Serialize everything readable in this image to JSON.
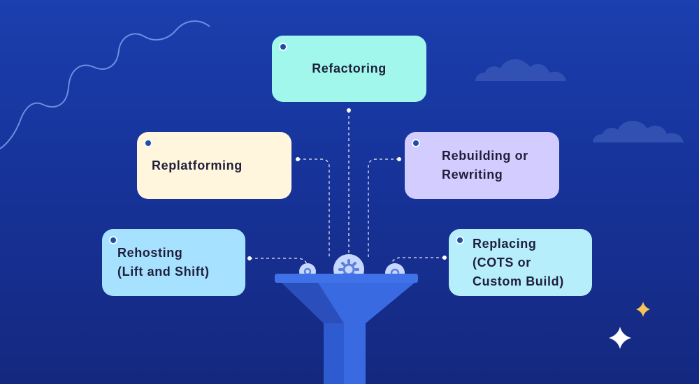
{
  "diagram": {
    "title": "",
    "strategies": [
      {
        "id": "refactoring",
        "label": "Refactoring",
        "color": "#a1f7ec"
      },
      {
        "id": "replatforming",
        "label": "Replatforming",
        "color": "#fff6dd"
      },
      {
        "id": "rebuilding",
        "label": "Rebuilding or\nRewriting",
        "color": "#d3ccff"
      },
      {
        "id": "rehosting",
        "label": "Rehosting\n(Lift and Shift)",
        "color": "#a6e1ff"
      },
      {
        "id": "replacing",
        "label": "Replacing\n(COTS or\nCustom Build)",
        "color": "#b7eefb"
      }
    ],
    "center_icon": "funnel-icon",
    "gear_icons": [
      "gear-icon",
      "gear-icon",
      "gear-icon"
    ],
    "decorations": [
      "wavy-line",
      "cloud-icon",
      "cloud-icon",
      "sparkle-icon",
      "sparkle-icon"
    ],
    "colors": {
      "background": "#17339a",
      "funnel": "#3f72e8",
      "connector": "#ffffff",
      "sparkle_gold": "#f6c35a"
    }
  }
}
